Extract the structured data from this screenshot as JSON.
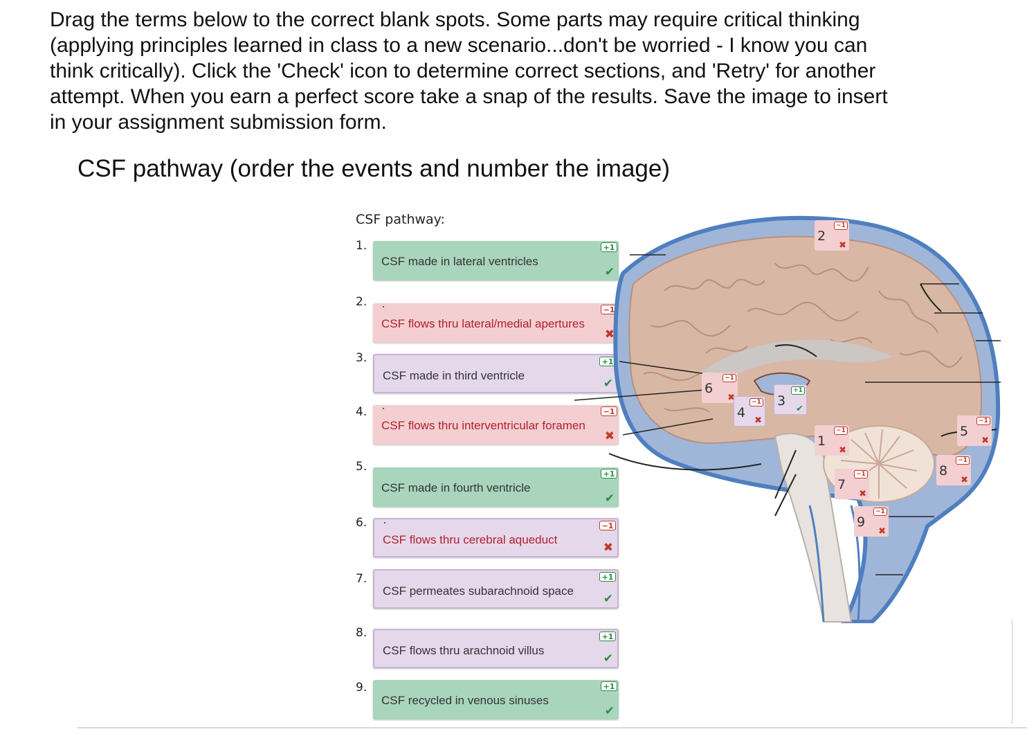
{
  "instructions": {
    "line1": "Drag the terms below to the correct blank spots. Some parts may require critical thinking",
    "line2": "(applying principles learned in class to a new scenario...don't be worried - I know you can",
    "line3": "think critically). Click the 'Check' icon to determine correct sections, and 'Retry' for another",
    "line4": "attempt. When you earn a perfect score take a snap of the results. Save the image to insert",
    "line5": "in your assignment submission form."
  },
  "section_title": "CSF pathway (order the events and number the image)",
  "list_label": "CSF pathway:",
  "steps": [
    {
      "num": "1.",
      "text": "CSF made in lateral ventricles",
      "badge": "+1",
      "mark": "✔",
      "status": "correct",
      "color": "green"
    },
    {
      "num": "2.",
      "text": "CSF flows thru lateral/medial apertures",
      "badge": "−1",
      "mark": "✖",
      "status": "wrong",
      "color": "red"
    },
    {
      "num": "3.",
      "text": "CSF made in third ventricle",
      "badge": "+1",
      "mark": "✔",
      "status": "correct",
      "color": "purple"
    },
    {
      "num": "4.",
      "text": "CSF flows thru interventricular foramen",
      "badge": "−1",
      "mark": "✖",
      "status": "wrong",
      "color": "red"
    },
    {
      "num": "5.",
      "text": "CSF made in fourth ventricle",
      "badge": "+1",
      "mark": "✔",
      "status": "correct",
      "color": "green"
    },
    {
      "num": "6.",
      "text": "CSF flows thru cerebral aqueduct",
      "badge": "−1",
      "mark": "✖",
      "status": "wrong",
      "color": "purple"
    },
    {
      "num": "7.",
      "text": "CSF permeates subarachnoid space",
      "badge": "+1",
      "mark": "✔",
      "status": "correct",
      "color": "purple"
    },
    {
      "num": "8.",
      "text": "CSF flows thru arachnoid villus",
      "badge": "+1",
      "mark": "✔",
      "status": "correct",
      "color": "purple"
    },
    {
      "num": "9.",
      "text": "CSF recycled in venous sinuses",
      "badge": "+1",
      "mark": "✔",
      "status": "correct",
      "color": "green"
    }
  ],
  "diagram_pins": [
    {
      "num": "2",
      "badge": "−1",
      "mark": "✖",
      "status": "wrong"
    },
    {
      "num": "6",
      "badge": "−1",
      "mark": "✖",
      "status": "wrong"
    },
    {
      "num": "3",
      "badge": "+1",
      "mark": "✔",
      "status": "correct"
    },
    {
      "num": "4",
      "badge": "−1",
      "mark": "✖",
      "status": "wrong"
    },
    {
      "num": "1",
      "badge": "−1",
      "mark": "✖",
      "status": "wrong"
    },
    {
      "num": "5",
      "badge": "−1",
      "mark": "✖",
      "status": "wrong"
    },
    {
      "num": "8",
      "badge": "−1",
      "mark": "✖",
      "status": "wrong"
    },
    {
      "num": "7",
      "badge": "−1",
      "mark": "✖",
      "status": "wrong"
    },
    {
      "num": "9",
      "badge": "−1",
      "mark": "✖",
      "status": "wrong"
    }
  ],
  "colors": {
    "correct": "#2e8b44",
    "wrong": "#c0392b",
    "green_fill": "#a9d5bd",
    "red_fill": "#f3cfd1",
    "purple_fill": "#e5d8ea",
    "brain_tissue": "#d9b7a5",
    "meninges_blue": "#4f7fbf"
  }
}
